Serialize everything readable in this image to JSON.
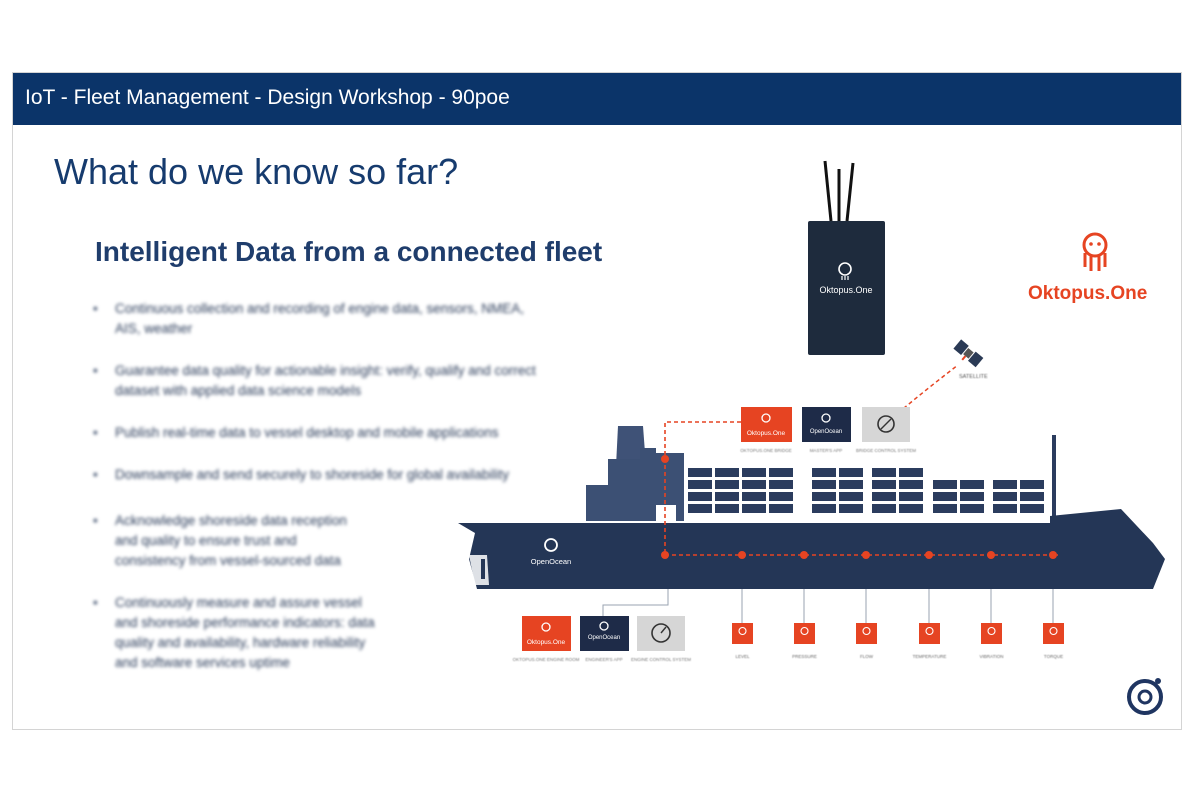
{
  "header": {
    "title": "IoT - Fleet Management - Design Workshop - 90poe"
  },
  "slide": {
    "title": "What do we know so far?",
    "subtitle": "Intelligent Data from a connected fleet",
    "bullets": [
      "Continuous collection and recording of engine data, sensors, NMEA, AIS, weather",
      "Guarantee data quality for actionable insight: verify, qualify and correct dataset with applied data science models",
      "Publish real-time data to vessel desktop and mobile applications",
      "Downsample and send securely to shoreside for global availability",
      "Acknowledge shoreside data reception and quality to ensure trust and consistency from vessel-sourced data",
      "Continuously measure and assure vessel and shoreside performance indicators: data quality and availability, hardware reliability and software services uptime"
    ]
  },
  "brand": {
    "logo_text": "Oktopus.One",
    "device_label": "Oktopus.One",
    "colors": {
      "header": "#0b3469",
      "ship": "#243656",
      "accent": "#e64422",
      "title": "#163b6e"
    }
  },
  "diagram": {
    "satellite_label": "SATELLITE",
    "ship_logo_label": "OpenOcean",
    "bridge_boxes": [
      {
        "label": "Oktopus.One",
        "caption": "OKTOPUS.ONE BRIDGE",
        "icon": "octopus-icon"
      },
      {
        "label": "OpenOcean",
        "caption": "MASTER'S APP",
        "icon": "openocean-icon"
      },
      {
        "label": "",
        "caption": "BRIDGE CONTROL SYSTEM",
        "icon": "compass-icon"
      }
    ],
    "engine_boxes": [
      {
        "label": "Oktopus.One",
        "caption": "OKTOPUS.ONE ENGINE ROOM",
        "icon": "octopus-icon"
      },
      {
        "label": "OpenOcean",
        "caption": "ENGINEER'S APP",
        "icon": "openocean-icon"
      },
      {
        "label": "",
        "caption": "ENGINE CONTROL SYSTEM",
        "icon": "gauge-icon"
      }
    ],
    "sensors": [
      "LEVEL",
      "PRESSURE",
      "FLOW",
      "TEMPERATURE",
      "VIBRATION",
      "TORQUE"
    ],
    "corner_logo_icon": "openocean-ring-icon"
  }
}
